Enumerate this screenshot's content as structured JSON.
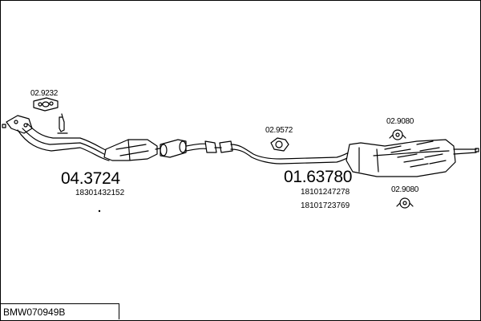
{
  "diagram": {
    "parts": {
      "gasket_front": "02.9232",
      "front_section": "04.3724",
      "front_oe": "18301432152",
      "gasket_mid": "02.9572",
      "rear_section": "01.63780",
      "rear_oe_1": "18101247278",
      "rear_oe_2": "18101723769",
      "hanger_top": "02.9080",
      "hanger_bottom": "02.9080"
    },
    "footer": {
      "code": "BMW070949B"
    }
  }
}
